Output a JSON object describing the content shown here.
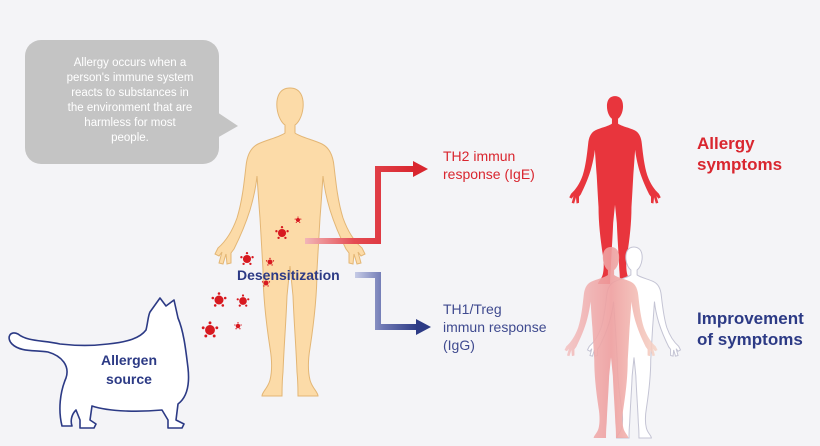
{
  "bubble": {
    "text": "Allergy occurs when a\nperson's immune system\nreacts to substances in\nthe environment that are\nharmless for most\npeople."
  },
  "center": {
    "label": "Desensitization"
  },
  "branch_top": {
    "label": "TH2 immun\nresponse (IgE)",
    "result": "Allergy\nsymptoms"
  },
  "branch_bottom": {
    "label": "TH1/Treg\nimmun response\n(IgG)",
    "result": "Improvement\nof symptoms"
  },
  "source": {
    "label": "Allergen\nsource"
  },
  "colors": {
    "background": "#f4f4f7",
    "red": "#d9262f",
    "navy": "#2c3a85",
    "skin": "#fcdba8",
    "bubble": "#c4c4c4",
    "allergen_dot": "#d71920"
  },
  "icons": [
    "speech-bubble-icon",
    "human-body-icon",
    "red-human-figure-icon",
    "overlapping-figures-icon",
    "cat-outline-icon",
    "allergen-particle-icon",
    "arrow-right-icon"
  ]
}
